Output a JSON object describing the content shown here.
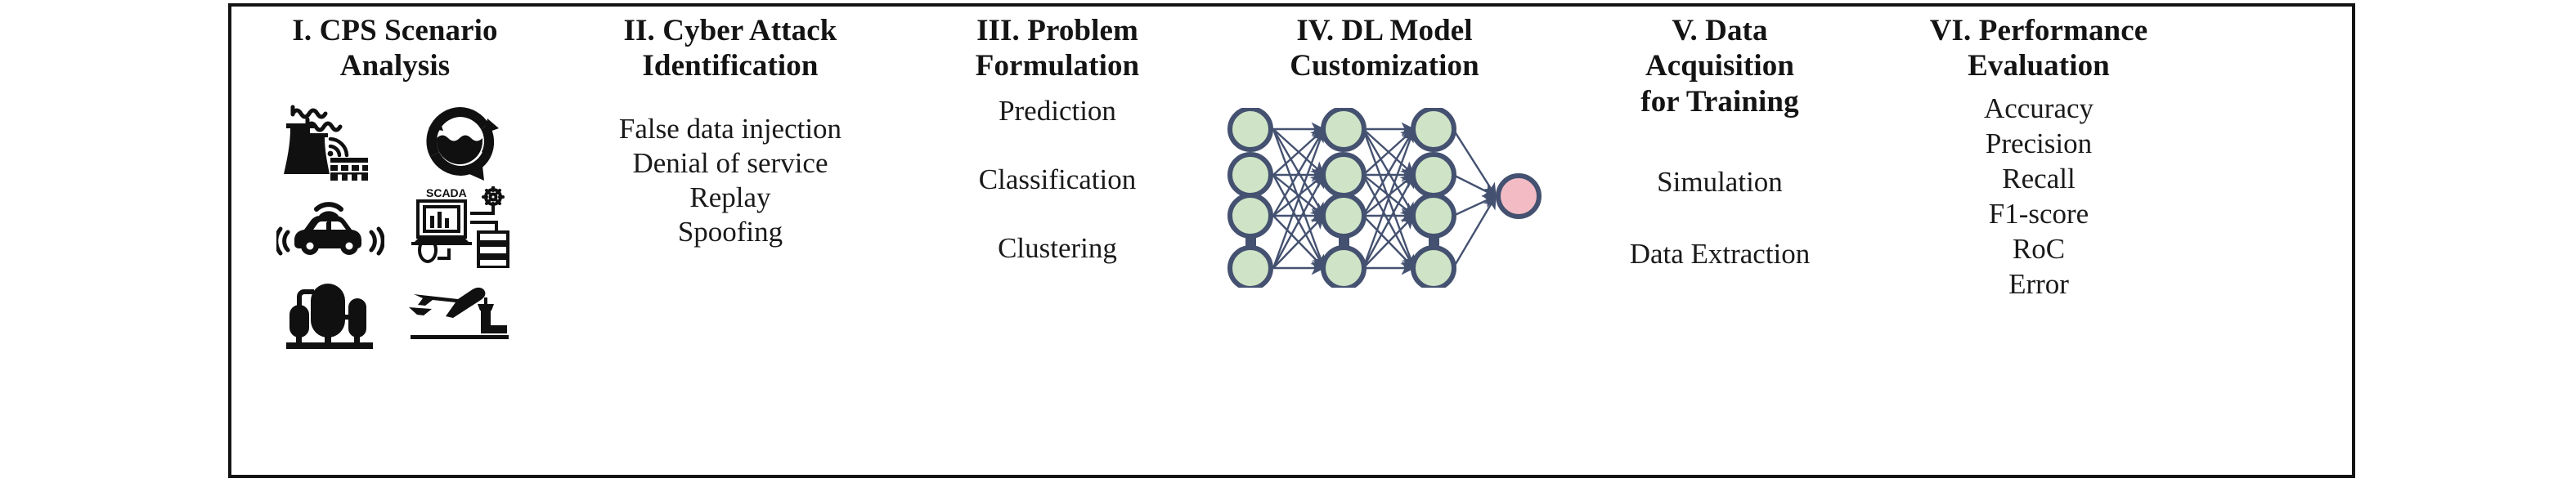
{
  "figure": {
    "columns": [
      {
        "id": "col-1",
        "title": "I. CPS Scenario\nAnalysis",
        "icons": [
          {
            "name": "power-plant-icon",
            "label": "Power plant with wireless signal"
          },
          {
            "name": "water-treatment-icon",
            "label": "Water treatment recycling cycle"
          },
          {
            "name": "connected-car-icon",
            "label": "Connected autonomous vehicle"
          },
          {
            "name": "scada-system-icon",
            "label": "SCADA control system"
          },
          {
            "name": "chemical-tanks-icon",
            "label": "Chemical storage tanks"
          },
          {
            "name": "airport-icon",
            "label": "Airport with aircraft and tower"
          }
        ],
        "scada_label": "SCADA"
      },
      {
        "id": "col-2",
        "title": "II. Cyber Attack\nIdentification",
        "items": [
          "False data injection",
          "Denial of service",
          "Replay",
          "Spoofing"
        ]
      },
      {
        "id": "col-3",
        "title": "III. Problem\nFormulation",
        "items": [
          "Prediction",
          "Classification",
          "Clustering"
        ]
      },
      {
        "id": "col-4",
        "title": "IV. DL Model\nCustomization",
        "diagram": {
          "name": "neural-network-diagram",
          "layers": 3,
          "nodes_per_layer": 4,
          "output_nodes": 1,
          "ellipsis_per_layer": 1,
          "node_fill": "#cfe3c6",
          "node_stroke": "#445170",
          "output_fill": "#f3bcc5",
          "edge_color": "#445170"
        }
      },
      {
        "id": "col-5",
        "title": "V. Data\nAcquisition\nfor Training",
        "items": [
          "Simulation",
          "Data Extraction"
        ]
      },
      {
        "id": "col-6",
        "title": "VI. Performance\nEvaluation",
        "items": [
          "Accuracy",
          "Precision",
          "Recall",
          "F1-score",
          "RoC",
          "Error"
        ]
      }
    ],
    "colors": {
      "frame_border": "#141414",
      "text": "#171717",
      "background": "#ffffff",
      "node_green": "#cfe3c6",
      "node_pink": "#f3bcc5",
      "node_outline": "#445170"
    }
  }
}
